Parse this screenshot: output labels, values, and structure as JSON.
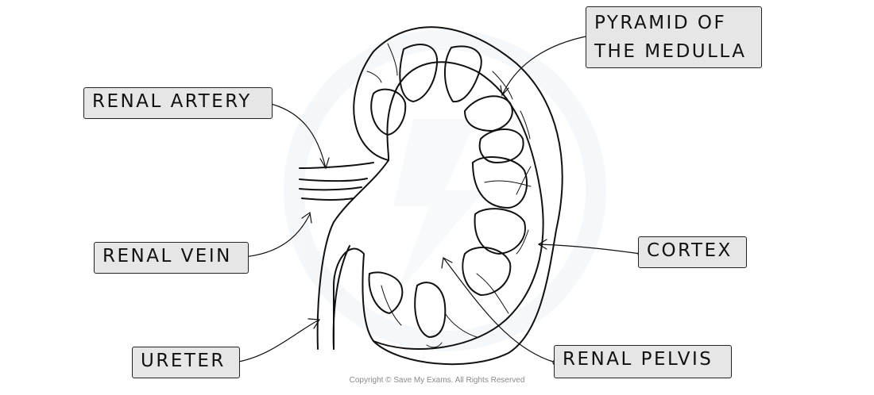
{
  "labels": {
    "renal_artery": "RENAL ARTERY",
    "renal_vein": "RENAL VEIN",
    "ureter": "URETER",
    "pyramid_line1": "PYRAMID OF",
    "pyramid_line2": "THE MEDULLA",
    "cortex": "CORTEX",
    "renal_pelvis": "RENAL PELVIS"
  },
  "copyright": "Copyright © Save My Exams. All Rights Reserved",
  "colors": {
    "label_fill": "#e6e6e6",
    "outline": "#111111",
    "watermark": "#eef3f6"
  }
}
